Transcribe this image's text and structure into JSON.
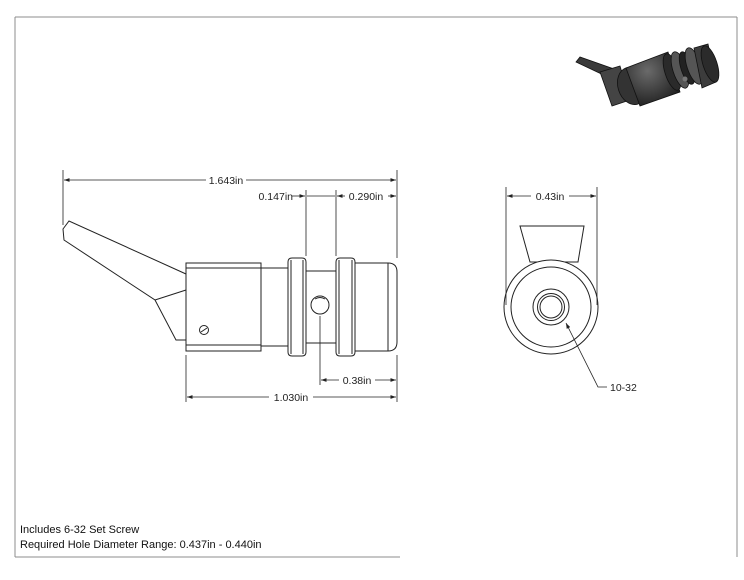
{
  "dimensions": {
    "overall_length": "1.643in",
    "groove_width": "0.147in",
    "front_length": "0.290in",
    "diameter": "0.43in",
    "hole_offset": "0.38in",
    "body_length": "1.030in",
    "thread": "10-32"
  },
  "notes": {
    "line1": "Includes 6-32 Set Screw",
    "line2": "Required Hole Diameter Range: 0.437in - 0.440in"
  },
  "colors": {
    "line": "#222222",
    "border": "#888888",
    "paper": "#ffffff",
    "iso_dark": "#2e2e2e",
    "iso_mid": "#4a4a4a"
  }
}
